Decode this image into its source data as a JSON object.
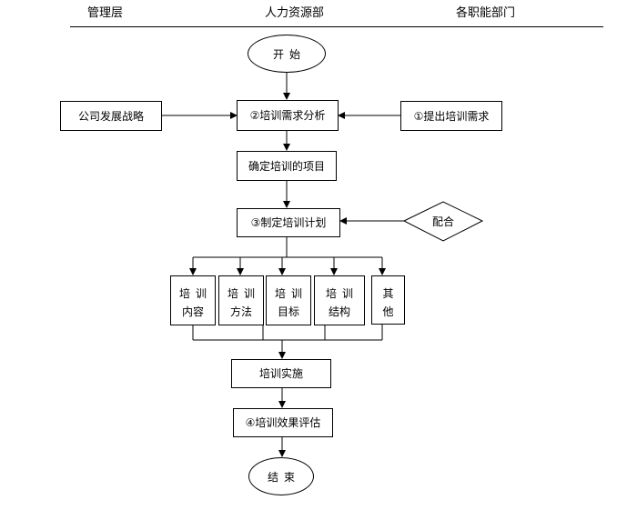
{
  "header": {
    "col_management": "管理层",
    "col_hr": "人力资源部",
    "col_departments": "各职能部门"
  },
  "flow": {
    "start": "开始",
    "end": "结束",
    "company_strategy": "公司发展战略",
    "needs_analysis": "②培训需求分析",
    "propose_needs": "①提出培训需求",
    "confirm_items": "确定培训的项目",
    "make_plan": "③制定培训计划",
    "cooperate": "配合",
    "plan_items": [
      {
        "line1": "培训",
        "line2": "内容"
      },
      {
        "line1": "培训",
        "line2": "方法"
      },
      {
        "line1": "培训",
        "line2": "目标"
      },
      {
        "line1": "培训",
        "line2": "结构"
      },
      {
        "line1": "其",
        "line2": "他"
      }
    ],
    "implement": "培训实施",
    "evaluate": "④培训效果评估"
  }
}
